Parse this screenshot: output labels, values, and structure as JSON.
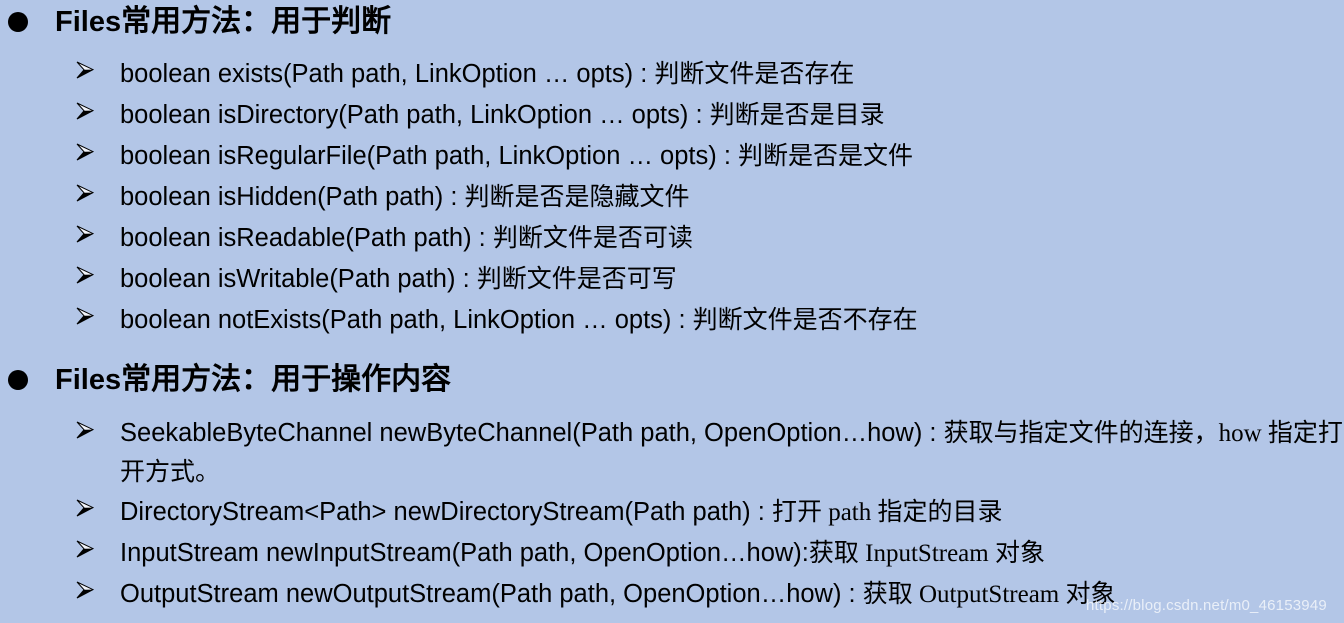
{
  "slide": {
    "background_color": "#b3c6e7",
    "text_color": "#000000",
    "watermark": "https://blog.csdn.net/m0_46153949"
  },
  "sections": [
    {
      "bullet": "disc-bullet",
      "title_latin": "Files",
      "title_cjk": "常用方法：用于判断",
      "items": [
        {
          "bullet": "arrow-bullet",
          "signature": "boolean exists(Path path, LinkOption … opts)",
          "separator": " : ",
          "description": "判断文件是否存在"
        },
        {
          "bullet": "arrow-bullet",
          "signature": "boolean isDirectory(Path path, LinkOption … opts)",
          "separator": " : ",
          "description": "判断是否是目录"
        },
        {
          "bullet": "arrow-bullet",
          "signature": "boolean isRegularFile(Path path, LinkOption … opts)",
          "separator": " : ",
          "description": "判断是否是文件"
        },
        {
          "bullet": "arrow-bullet",
          "signature": "boolean isHidden(Path path)",
          "separator": " : ",
          "description": "判断是否是隐藏文件"
        },
        {
          "bullet": "arrow-bullet",
          "signature": "boolean isReadable(Path path)",
          "separator": " : ",
          "description": "判断文件是否可读"
        },
        {
          "bullet": "arrow-bullet",
          "signature": "boolean isWritable(Path path)",
          "separator": " : ",
          "description": "判断文件是否可写"
        },
        {
          "bullet": "arrow-bullet",
          "signature": "boolean notExists(Path path, LinkOption … opts)",
          "separator": " : ",
          "description": "判断文件是否不存在"
        }
      ]
    },
    {
      "bullet": "disc-bullet",
      "title_latin": "Files",
      "title_cjk": "常用方法：用于操作内容",
      "items": [
        {
          "bullet": "arrow-bullet",
          "signature": "SeekableByteChannel newByteChannel(Path path, OpenOption…how)",
          "separator": " : ",
          "description": "获取与指定文件的连接，how 指定打开方式。"
        },
        {
          "bullet": "arrow-bullet",
          "signature": "DirectoryStream<Path>  newDirectoryStream(Path path)",
          "separator": " : ",
          "description": "打开 path 指定的目录"
        },
        {
          "bullet": "arrow-bullet",
          "signature": "InputStream newInputStream(Path path, OpenOption…how)",
          "separator": ":",
          "description": "获取 InputStream 对象"
        },
        {
          "bullet": "arrow-bullet",
          "signature": "OutputStream newOutputStream(Path path, OpenOption…how)",
          "separator": " : ",
          "description": "获取 OutputStream 对象"
        }
      ]
    }
  ]
}
